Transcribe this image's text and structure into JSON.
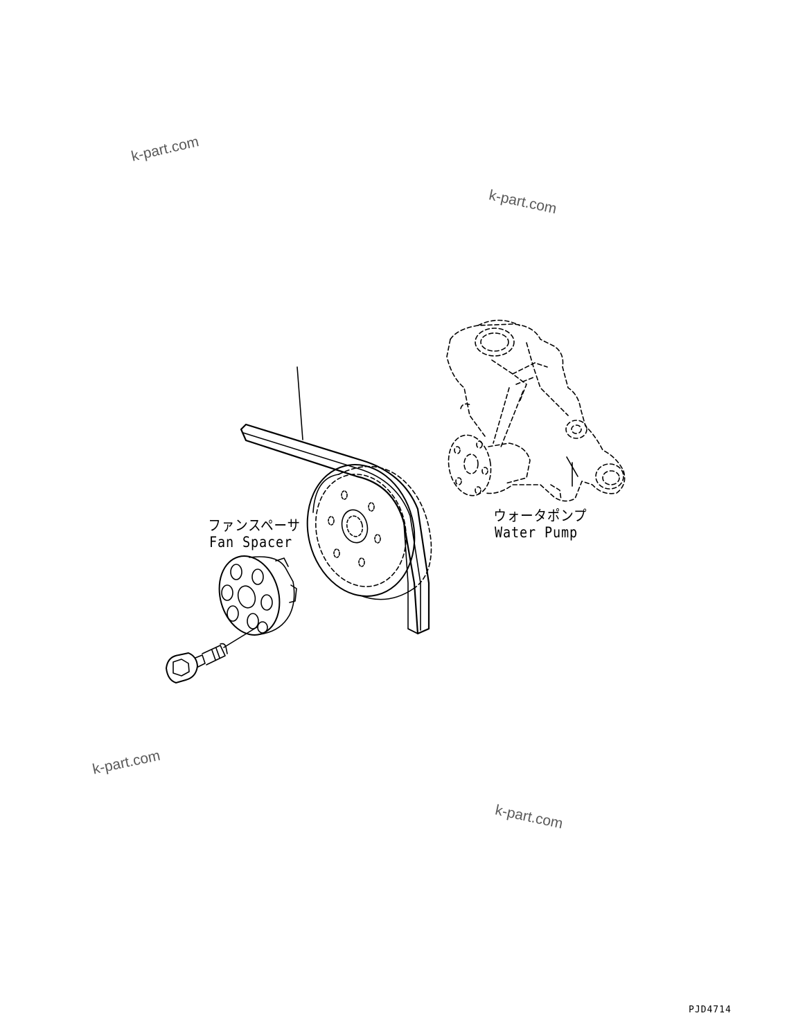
{
  "labels": {
    "fan_spacer_jp": "ファンスペーサ",
    "fan_spacer_en": "Fan Spacer",
    "water_pump_jp": "ウォータポンプ",
    "water_pump_en": "Water Pump"
  },
  "watermark": "k-part.com",
  "drawing_code": "PJD4714"
}
